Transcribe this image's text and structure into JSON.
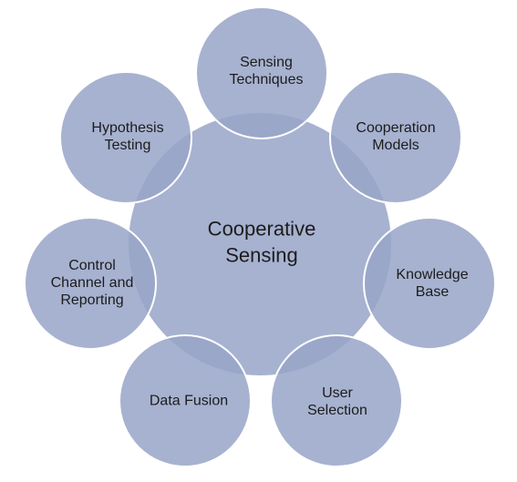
{
  "center": {
    "lines": [
      "Cooperative",
      "Sensing"
    ]
  },
  "nodes": [
    {
      "id": "sensing-techniques",
      "lines": [
        "Sensing",
        "Techniques"
      ]
    },
    {
      "id": "cooperation-models",
      "lines": [
        "Cooperation",
        "Models"
      ]
    },
    {
      "id": "knowledge-base",
      "lines": [
        "Knowledge",
        "Base"
      ]
    },
    {
      "id": "user-selection",
      "lines": [
        "User",
        "Selection"
      ]
    },
    {
      "id": "data-fusion",
      "lines": [
        "Data Fusion"
      ]
    },
    {
      "id": "control-channel-and-reporting",
      "lines": [
        "Control",
        "Channel and",
        "Reporting"
      ]
    },
    {
      "id": "hypothesis-testing",
      "lines": [
        "Hypothesis",
        "Testing"
      ]
    }
  ],
  "colors": {
    "circle_fill": "#98a4c8",
    "circle_stroke": "#ffffff",
    "text": "#1c1c1c",
    "background": "#ffffff"
  }
}
